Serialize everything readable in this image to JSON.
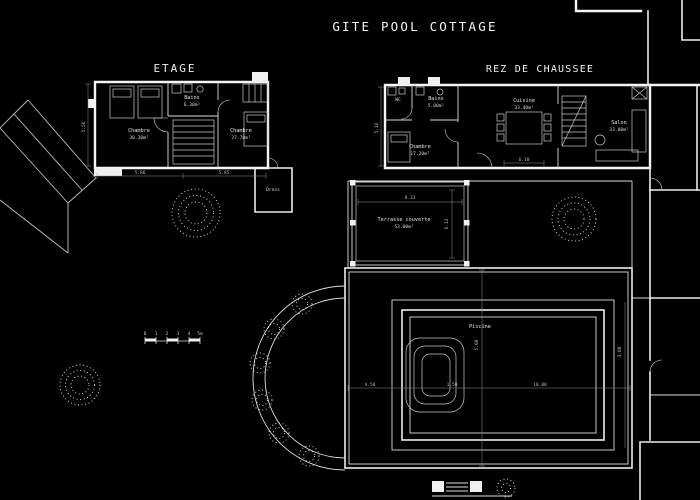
{
  "title": "GITE POOL COTTAGE",
  "etage": {
    "label": "ETAGE",
    "rooms": {
      "chambre1": {
        "name": "Chambre",
        "area": "30.30m²"
      },
      "bains": {
        "name": "Bains",
        "area": "6.30m²"
      },
      "chambre2": {
        "name": "Chambre",
        "area": "27.70m²"
      },
      "dress": {
        "name": "Dress"
      }
    }
  },
  "rdc": {
    "label": "REZ DE CHAUSSEE",
    "rooms": {
      "wc": {
        "name": "WC"
      },
      "bains": {
        "name": "Bains",
        "area": "5.00m²"
      },
      "cuisine": {
        "name": "Cuisine",
        "area": "33.40m²"
      },
      "salon": {
        "name": "Salon",
        "area": "33.00m²"
      },
      "chambre": {
        "name": "Chambre",
        "area": "17.20m²"
      }
    }
  },
  "exterior": {
    "terrasse": {
      "name": "Terrasse couverte",
      "area": "53.00m²"
    },
    "piscine": {
      "name": "Piscine"
    }
  },
  "dims": {
    "etage_left": "5.56",
    "etage_bottom_left": "5.86",
    "etage_bottom_right": "5.85",
    "rdc_left": "5.16",
    "rdc_table": "6.10",
    "terrasse_width": "8.33",
    "terrasse_depth": "6.12",
    "deck_left": "4.50",
    "steps": "1.50",
    "pool_length": "10.00",
    "pool_width": "5.00",
    "deck_right": "3.00"
  },
  "scale_bar": {
    "labels": [
      "0",
      "1",
      "2",
      "3",
      "4",
      "5m"
    ]
  }
}
